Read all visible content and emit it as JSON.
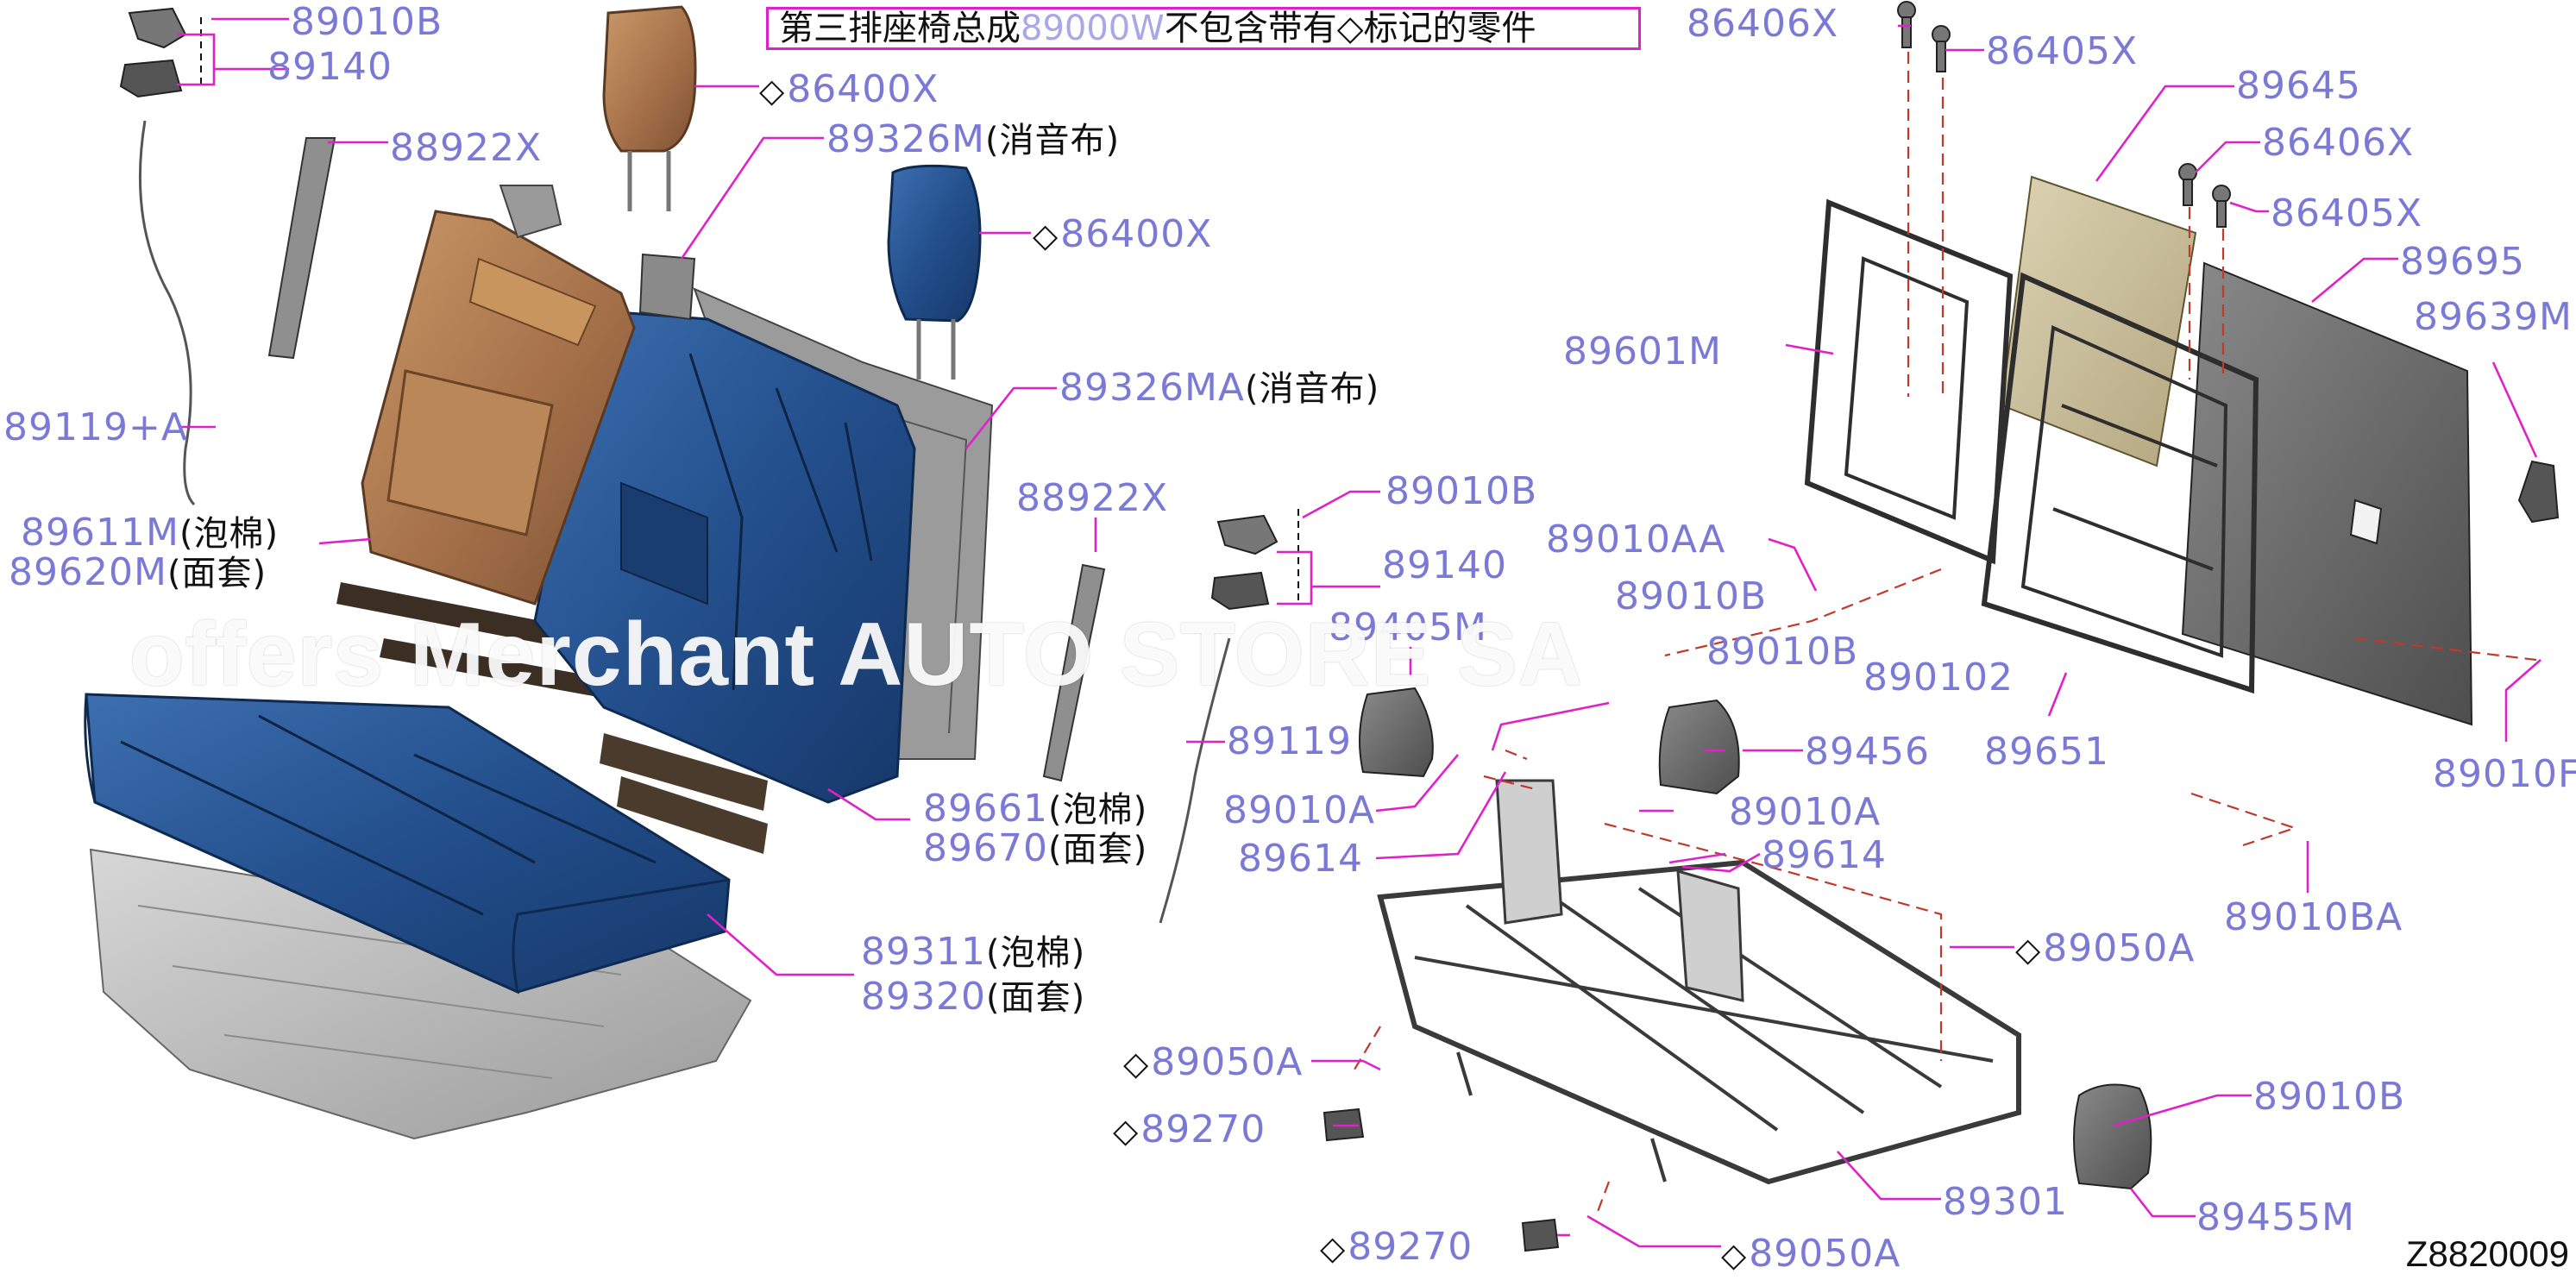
{
  "title": {
    "prefix": "第三排座椅总成",
    "part": "89000W",
    "suffix": "不包含带有◇标记的零件"
  },
  "watermark": "offers Merchant AUTO STORE SA",
  "figure_id": "Z8820009",
  "diamond": "◇",
  "labels": {
    "l_89010B_tl": "89010B",
    "l_89140_tl": "89140",
    "l_86400X_1": "86400X",
    "l_88922X_1": "88922X",
    "l_89326M": "89326M",
    "l_89326M_cn": "(消音布)",
    "l_86400X_2": "86400X",
    "l_89326MA": "89326MA",
    "l_89326MA_cn": "(消音布)",
    "l_89119A": "89119+A",
    "l_89611M": "89611M",
    "l_89611M_cn": "(泡棉)",
    "l_89620M": "89620M",
    "l_89620M_cn": "(面套)",
    "l_88922X_2": "88922X",
    "l_89661": "89661",
    "l_89661_cn": "(泡棉)",
    "l_89670": "89670",
    "l_89670_cn": "(面套)",
    "l_89311": "89311",
    "l_89311_cn": "(泡棉)",
    "l_89320": "89320",
    "l_89320_cn": "(面套)",
    "l_89010B_m": "89010B",
    "l_89140_m": "89140",
    "l_89405M": "89405M",
    "l_89119": "89119",
    "l_89010AA": "89010AA",
    "l_89010B_m2": "89010B",
    "l_89010A_1": "89010A",
    "l_89614_1": "89614",
    "l_89010A_2": "89010A",
    "l_89614_2": "89614",
    "l_89456": "89456",
    "l_89651": "89651",
    "l_89010B_ov": "89010B",
    "l_89010_ov2": "890102",
    "l_89050A_r": "89050A",
    "l_89050A_l": "89050A",
    "l_89270_1": "89270",
    "l_89270_2": "89270",
    "l_89050A_b": "89050A",
    "l_89301": "89301",
    "l_89010B_br": "89010B",
    "l_89455M": "89455M",
    "l_86406X_1": "86406X",
    "l_86405X_1": "86405X",
    "l_89645": "89645",
    "l_86406X_2": "86406X",
    "l_86405X_2": "86405X",
    "l_89695": "89695",
    "l_89639M": "89639M",
    "l_89601M": "89601M",
    "l_89010F": "89010F",
    "l_89010BA": "89010BA"
  },
  "colors": {
    "leader": "#e020c8",
    "part_number": "#7a7ad6",
    "seat_blue": "#1f4f8a",
    "seat_tan": "#a9774c",
    "frame_gray": "#bfbfbf",
    "board_beige": "#cbbf9c",
    "board_gray": "#6d6d6d"
  }
}
